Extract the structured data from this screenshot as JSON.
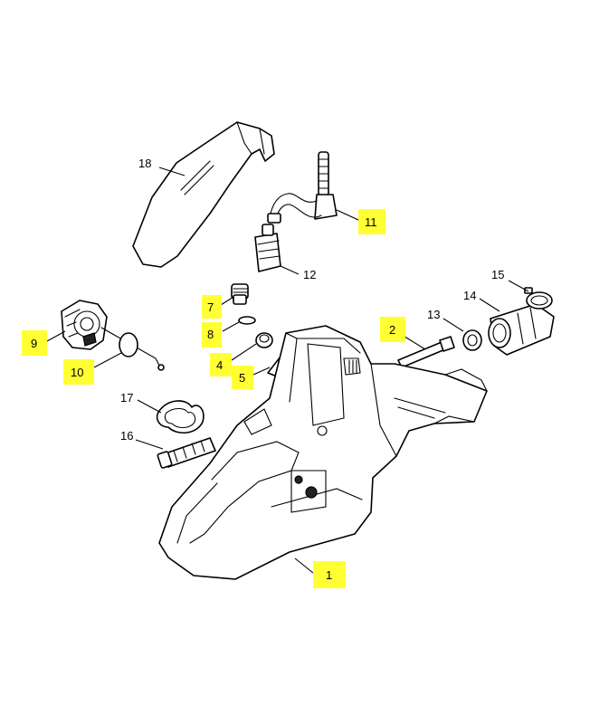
{
  "diagram": {
    "highlight_color": "#ffff33",
    "callouts": [
      {
        "id": "1",
        "label": "1",
        "highlighted": true
      },
      {
        "id": "2",
        "label": "2",
        "highlighted": true
      },
      {
        "id": "4",
        "label": "4",
        "highlighted": true
      },
      {
        "id": "5",
        "label": "5",
        "highlighted": true
      },
      {
        "id": "7",
        "label": "7",
        "highlighted": true
      },
      {
        "id": "8",
        "label": "8",
        "highlighted": true
      },
      {
        "id": "9",
        "label": "9",
        "highlighted": true
      },
      {
        "id": "10",
        "label": "10",
        "highlighted": true
      },
      {
        "id": "11",
        "label": "11",
        "highlighted": true
      },
      {
        "id": "12",
        "label": "12",
        "highlighted": false
      },
      {
        "id": "13",
        "label": "13",
        "highlighted": false
      },
      {
        "id": "14",
        "label": "14",
        "highlighted": false
      },
      {
        "id": "15",
        "label": "15",
        "highlighted": false
      },
      {
        "id": "16",
        "label": "16",
        "highlighted": false
      },
      {
        "id": "17",
        "label": "17",
        "highlighted": false
      },
      {
        "id": "18",
        "label": "18",
        "highlighted": false
      }
    ]
  }
}
